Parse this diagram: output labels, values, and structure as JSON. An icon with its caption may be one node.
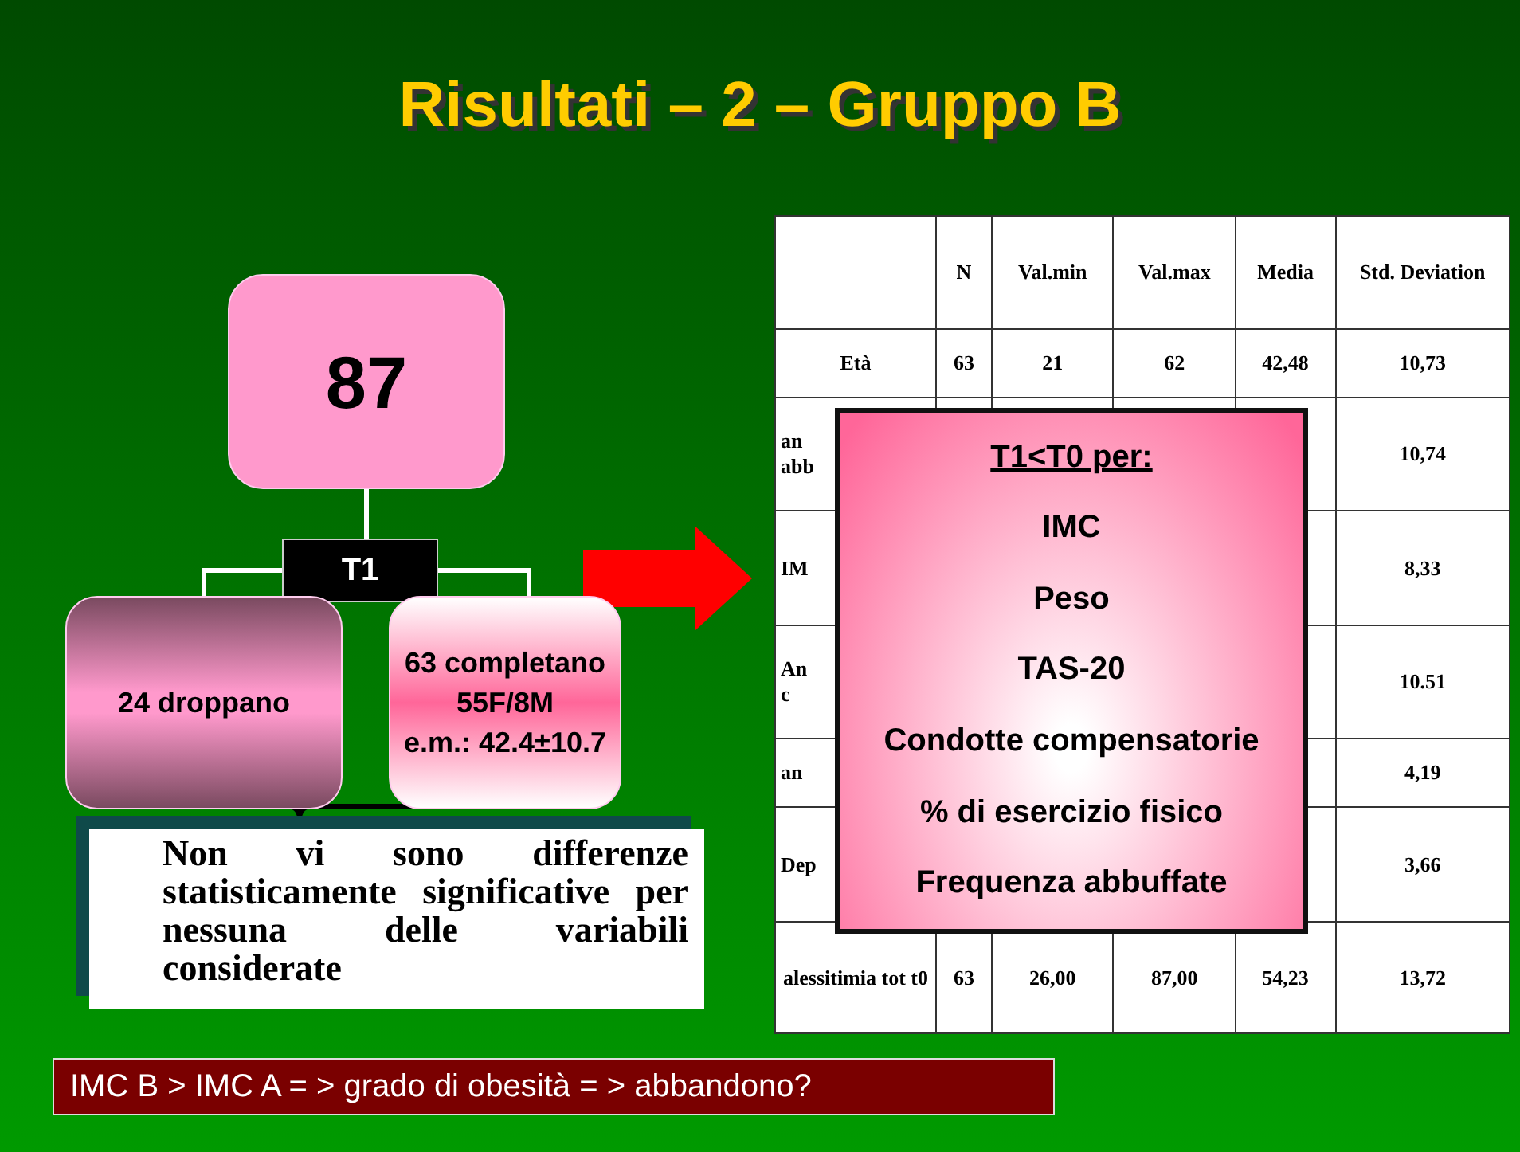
{
  "diagram": {
    "title": "Risultati – 2 – Gruppo B",
    "nodes": [
      {
        "text": [
          "87"
        ]
      },
      {
        "text": [
          "T1"
        ]
      },
      {
        "text": [
          "24 droppano"
        ]
      },
      {
        "text": [
          "63 completano",
          "55F/8M",
          "e.m.: 42.4±10.7"
        ]
      },
      {
        "text": [
          "Non vi sono differenze statisticamente significative per nessuna delle variabili considerate"
        ]
      },
      {
        "text": [
          "T1<T0 per:",
          "IMC",
          "Peso",
          "TAS-20",
          "Condotte compensatorie",
          "% di esercizio fisico",
          "Frequenza abbuffate"
        ]
      },
      {
        "text": [
          "IMC B > IMC A = > grado di obesità = > abbandono?"
        ]
      }
    ],
    "edges": [
      {
        "from": 0,
        "to": 1,
        "arrow": "none"
      },
      {
        "from": 1,
        "to": 2,
        "arrow": "none"
      },
      {
        "from": 1,
        "to": 3,
        "arrow": "none"
      },
      {
        "from": 3,
        "to": 5,
        "arrow": "to",
        "style": "thick",
        "color": "#ff0000"
      }
    ],
    "labels": [
      "N",
      "Val.min",
      "Val.max",
      "Media",
      "Std. Deviation",
      "Età",
      "63",
      "21",
      "62",
      "42,48",
      "10,73",
      "an abb",
      "10,74",
      "IM",
      "8,33",
      "An c",
      "10.51",
      "an",
      "4,19",
      "Dep",
      "3,66",
      "alessitimia tot t0",
      "63",
      "26,00",
      "87,00",
      "54,23",
      "13,72"
    ]
  }
}
